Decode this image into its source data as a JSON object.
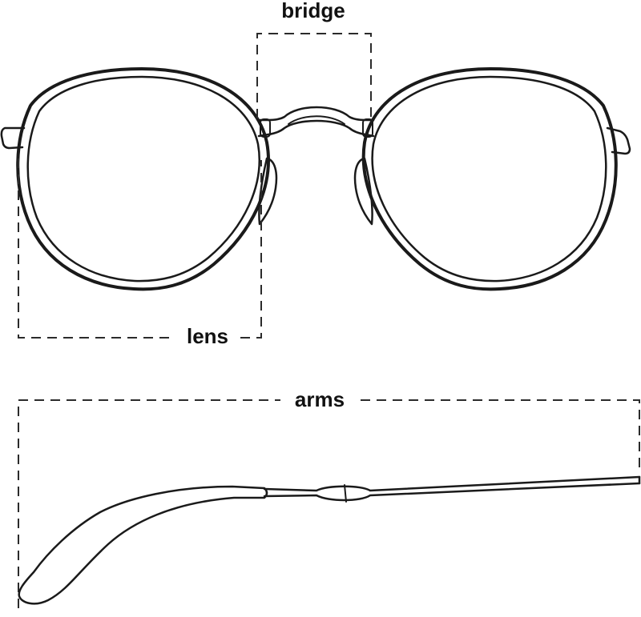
{
  "labels": {
    "bridge": "bridge",
    "lens": "lens",
    "arms": "arms"
  },
  "colors": {
    "stroke": "#1a1a1a",
    "dash": "#2b2b2b",
    "background": "#ffffff"
  }
}
